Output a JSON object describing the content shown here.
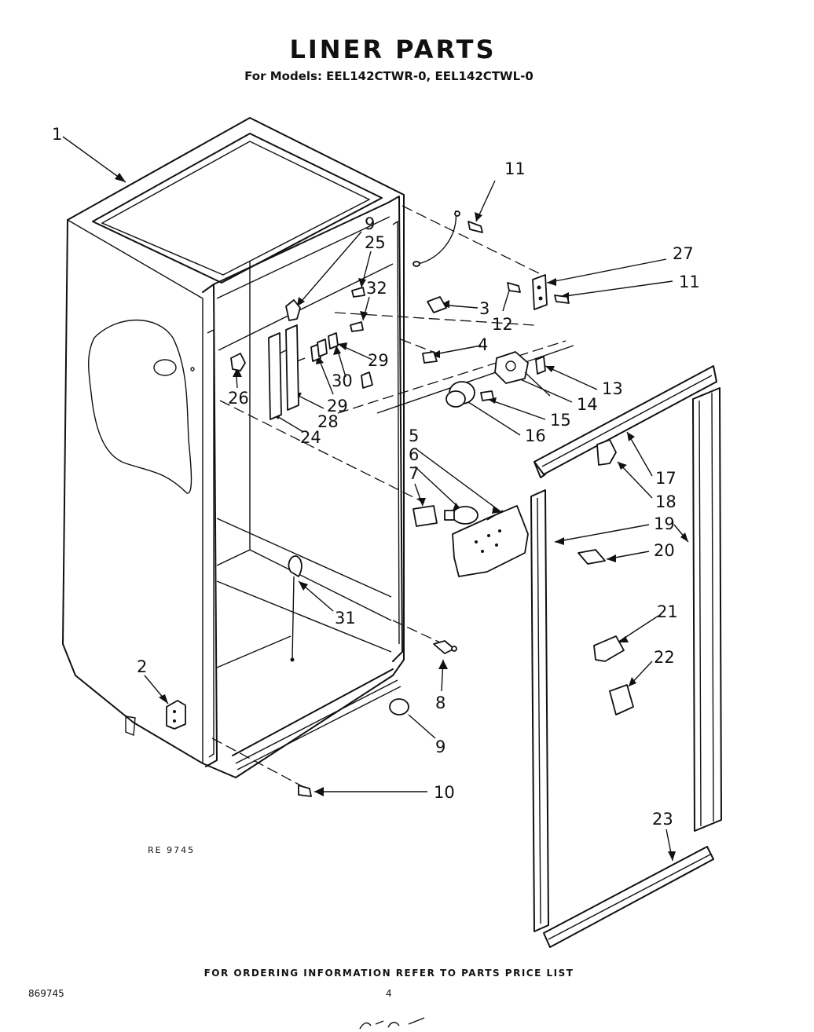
{
  "header": {
    "title": "LINER PARTS",
    "subtitle": "For Models: EEL142CTWR-0, EEL142CTWL-0"
  },
  "figure": {
    "ref_code": "RE 9745",
    "callouts": [
      "1",
      "2",
      "3",
      "4",
      "5",
      "6",
      "7",
      "8",
      "9",
      "9",
      "10",
      "11",
      "11",
      "12",
      "13",
      "14",
      "15",
      "16",
      "17",
      "18",
      "19",
      "20",
      "21",
      "22",
      "23",
      "24",
      "25",
      "26",
      "27",
      "28",
      "29",
      "29",
      "30",
      "31",
      "32"
    ]
  },
  "footer": {
    "note": "FOR ORDERING INFORMATION REFER TO PARTS PRICE LIST",
    "doc_number": "869745",
    "page_number": "4"
  }
}
